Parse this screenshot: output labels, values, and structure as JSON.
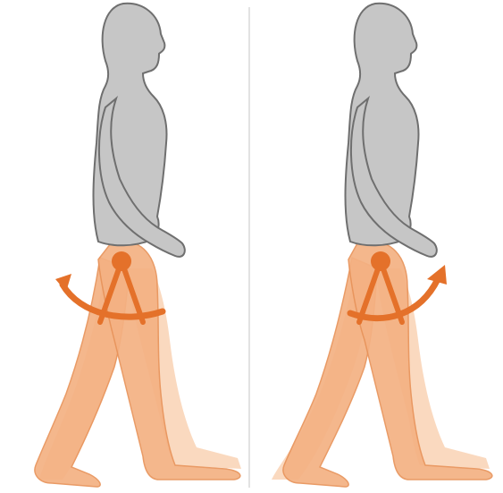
{
  "diagram": {
    "panels": [
      {
        "id": "left",
        "swing_direction": "backward"
      },
      {
        "id": "right",
        "swing_direction": "forward"
      }
    ],
    "colors": {
      "background": "#ffffff",
      "body_fill": "#c6c6c6",
      "body_stroke": "#6f6f6f",
      "leg_fill": "#f4b183",
      "leg_ghost": "#f9d2b4",
      "leg_stroke": "#e8935a",
      "accent": "#e4712a",
      "divider": "#d9d9d9"
    },
    "icons": [
      "hip-joint-icon",
      "swing-arc-icon",
      "arrow-icon"
    ]
  }
}
